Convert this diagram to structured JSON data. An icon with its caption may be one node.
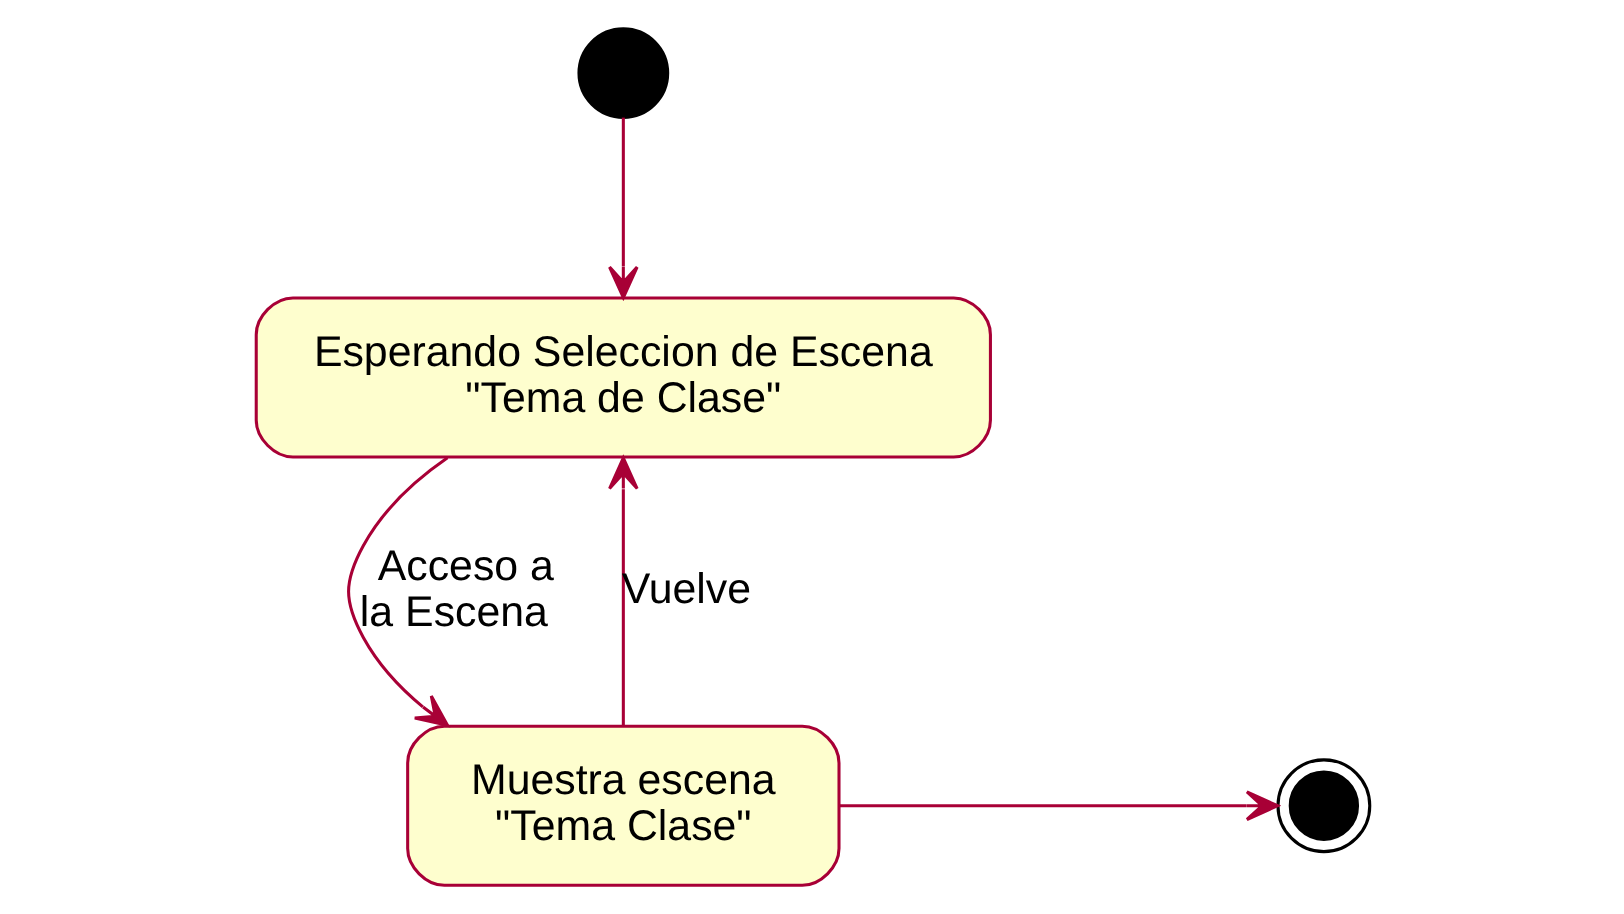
{
  "diagram": {
    "nodes": [
      {
        "text": [],
        "shape": "circle"
      },
      {
        "text": [
          "Esperando Seleccion de Escena \"Tema de Clase\""
        ]
      },
      {
        "text": [
          "Muestra escena \"Tema Clase\""
        ]
      },
      {
        "text": [],
        "shape": "circle"
      }
    ],
    "edges": [
      {
        "from": 0,
        "to": 1,
        "arrow": "to"
      },
      {
        "from": 1,
        "to": 2,
        "arrow": "to",
        "label": "Acceso a la Escena"
      },
      {
        "from": 2,
        "to": 1,
        "arrow": "to",
        "label": "Vuelve"
      },
      {
        "from": 2,
        "to": 3,
        "arrow": "to"
      }
    ]
  }
}
